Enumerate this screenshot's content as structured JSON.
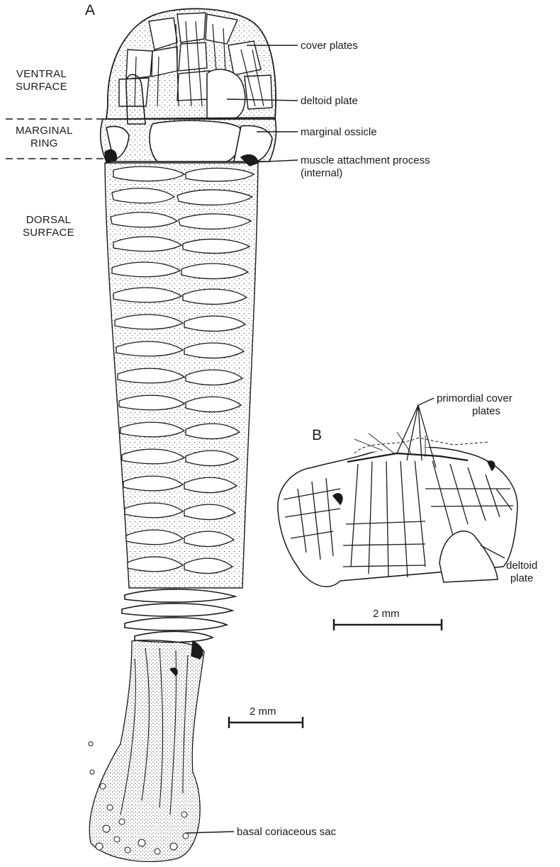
{
  "figure": {
    "panel_a": {
      "letter": "A",
      "regions": {
        "ventral": [
          "VENTRAL",
          "SURFACE"
        ],
        "marginal": [
          "MARGINAL",
          "RING"
        ],
        "dorsal": [
          "DORSAL",
          "SURFACE"
        ]
      },
      "labels": {
        "cover_plates": "cover plates",
        "deltoid_plate": "deltoid plate",
        "marginal_ossicle": "marginal ossicle",
        "muscle_line1": "muscle attachment process",
        "muscle_line2": "(internal)",
        "basal_sac": "basal coriaceous sac"
      },
      "scale": "2 mm"
    },
    "panel_b": {
      "letter": "B",
      "labels": {
        "primordial_line1": "primordial cover",
        "primordial_line2": "plates",
        "deltoid_line1": "deltoid",
        "deltoid_line2": "plate"
      },
      "scale": "2 mm"
    }
  }
}
